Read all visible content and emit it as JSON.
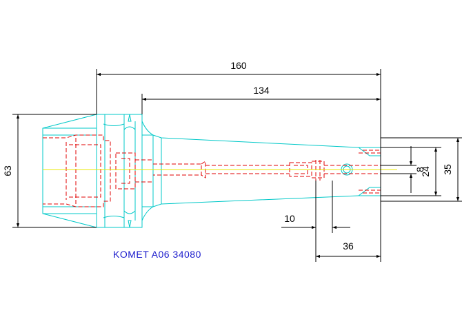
{
  "drawing": {
    "colors": {
      "outline": "#00c8c8",
      "hidden": "#e00000",
      "centerline": "#e8e800",
      "dimension": "#000000",
      "caption": "#1a1acc",
      "background": "#ffffff"
    },
    "dimensions": {
      "overall_length": "160",
      "shank_length": "134",
      "flange_diameter": "63",
      "bore_diameter": "8",
      "tip_diameter_inner": "24",
      "tip_diameter_outer": "35",
      "pin_offset": "10",
      "pin_position": "36"
    },
    "caption": "KOMET A06 34080"
  }
}
